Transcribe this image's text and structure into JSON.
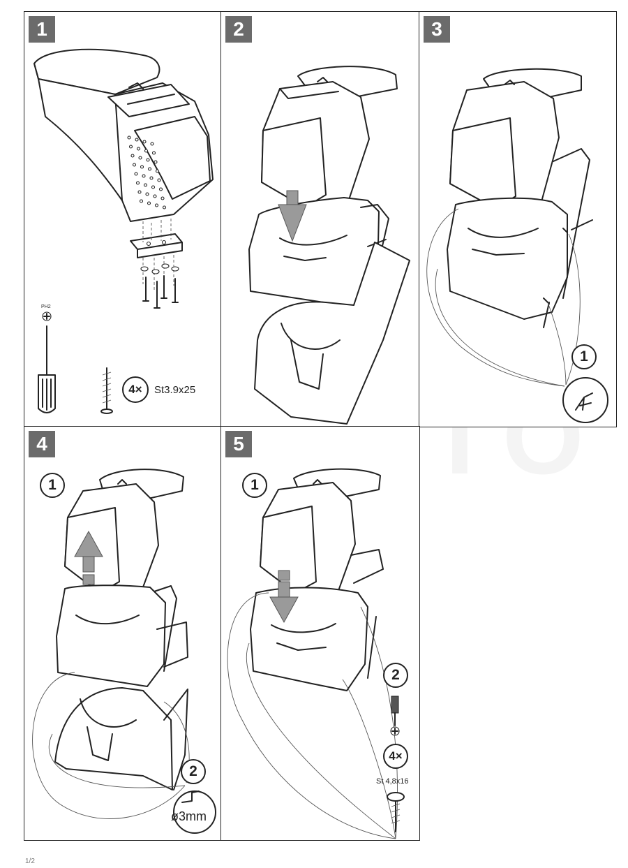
{
  "watermark": "AG AUTO",
  "steps": [
    {
      "number": "1"
    },
    {
      "number": "2"
    },
    {
      "number": "3"
    },
    {
      "number": "4"
    },
    {
      "number": "5"
    }
  ],
  "step1": {
    "tool_label": "PH2",
    "screw_count": "4×",
    "screw_spec": "St3.9x25"
  },
  "step3": {
    "substep": "1"
  },
  "step4": {
    "substep_1": "1",
    "substep_2": "2",
    "drill_size": "ø3mm"
  },
  "step5": {
    "substep_1": "1",
    "substep_2": "2",
    "screw_count": "4×",
    "screw_spec": "St 4,8x16"
  },
  "footer_text": "1/2"
}
